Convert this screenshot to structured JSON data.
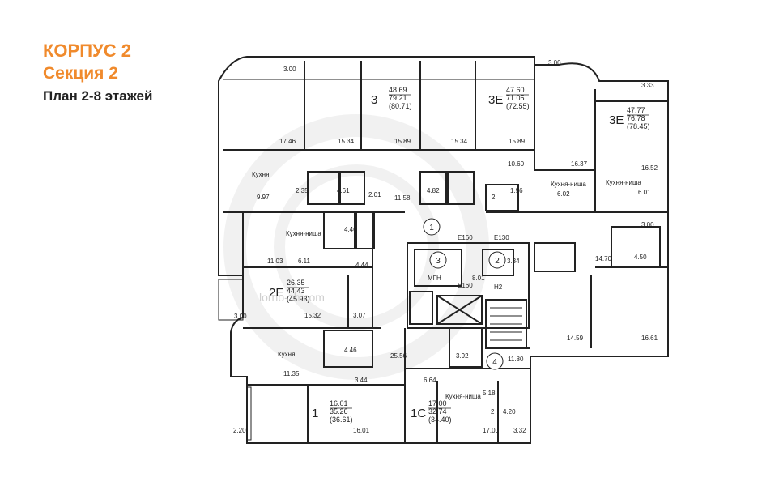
{
  "header": {
    "building": "КОРПУС 2",
    "section": "Секция 2",
    "plan": "План 2-8 этажей"
  },
  "colors": {
    "accent": "#f08a2c",
    "lines": "#222222",
    "watermark": "#d9d9d9"
  },
  "watermark": "lorno-zh.com",
  "apartments": [
    {
      "rooms": "3",
      "living": "48.69",
      "total": "79.21",
      "with_balcony": "(80.71)"
    },
    {
      "rooms": "3Е",
      "living": "47.60",
      "total": "71.05",
      "with_balcony": "(72.55)"
    },
    {
      "rooms": "3Е",
      "living": "47.77",
      "total": "76.78",
      "with_balcony": "(78.45)"
    },
    {
      "rooms": "2Е",
      "living": "26.35",
      "total": "44.43",
      "with_balcony": "(45.93)"
    },
    {
      "rooms": "1",
      "living": "16.01",
      "total": "35.26",
      "with_balcony": "(36.61)"
    },
    {
      "rooms": "1С",
      "living": "17.00",
      "total": "32.74",
      "with_balcony": "(34.40)"
    }
  ],
  "room_labels": [
    {
      "text": "3.00"
    },
    {
      "text": "3.00"
    },
    {
      "text": "3.33"
    },
    {
      "text": "17.46"
    },
    {
      "text": "15.34"
    },
    {
      "text": "15.89"
    },
    {
      "text": "15.34"
    },
    {
      "text": "15.89"
    },
    {
      "text": "16.37"
    },
    {
      "text": "16.52"
    },
    {
      "text": "Кухня"
    },
    {
      "text": "2.35"
    },
    {
      "text": "4.61"
    },
    {
      "text": "2.01"
    },
    {
      "text": "4.82"
    },
    {
      "text": "10.60"
    },
    {
      "text": "2"
    },
    {
      "text": "1.96"
    },
    {
      "text": "Кухня-ниша"
    },
    {
      "text": "6.02"
    },
    {
      "text": "Кухня-ниша"
    },
    {
      "text": "6.01"
    },
    {
      "text": "9.97"
    },
    {
      "text": "11.58"
    },
    {
      "text": "3.00"
    },
    {
      "text": "Кухня-ниша"
    },
    {
      "text": "4.46"
    },
    {
      "text": "11.03"
    },
    {
      "text": "6.11"
    },
    {
      "text": "4.44"
    },
    {
      "text": "Е160"
    },
    {
      "text": "Е130"
    },
    {
      "text": "3.34"
    },
    {
      "text": "14.70"
    },
    {
      "text": "4.50"
    },
    {
      "text": "МГН"
    },
    {
      "text": "8.01"
    },
    {
      "text": "Е160"
    },
    {
      "text": "Н2"
    },
    {
      "text": "3.00"
    },
    {
      "text": "15.32"
    },
    {
      "text": "3.07"
    },
    {
      "text": "14.59"
    },
    {
      "text": "16.61"
    },
    {
      "text": "Кухня"
    },
    {
      "text": "4.46"
    },
    {
      "text": "25.56"
    },
    {
      "text": "3.92"
    },
    {
      "text": "11.80"
    },
    {
      "text": "11.35"
    },
    {
      "text": "3.44"
    },
    {
      "text": "6.64"
    },
    {
      "text": "Кухня-ниша"
    },
    {
      "text": "5.18"
    },
    {
      "text": "2"
    },
    {
      "text": "4.20"
    },
    {
      "text": "2.20"
    },
    {
      "text": "16.01"
    },
    {
      "text": "17.00"
    },
    {
      "text": "3.32"
    }
  ],
  "circle_markers": [
    {
      "text": "1"
    },
    {
      "text": "3"
    },
    {
      "text": "2"
    },
    {
      "text": "4"
    }
  ]
}
